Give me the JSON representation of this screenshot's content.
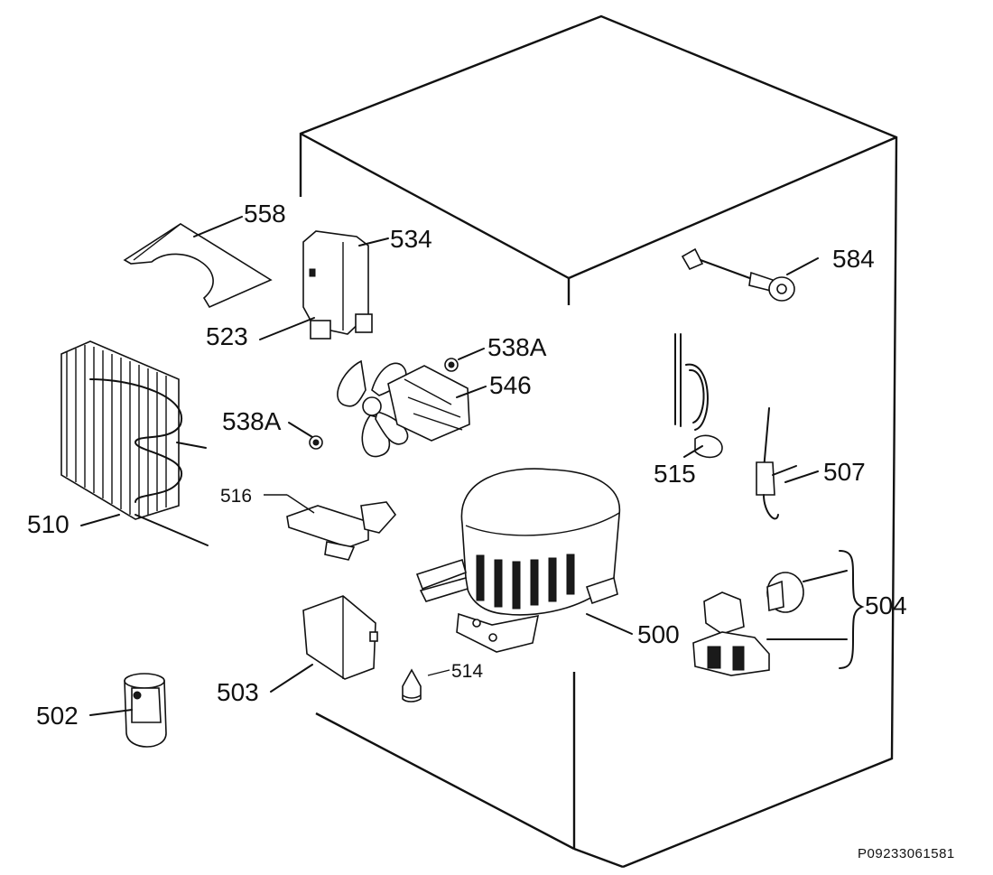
{
  "labels": {
    "p558": "558",
    "p534": "534",
    "p523": "523",
    "p538a_top": "538A",
    "p546": "546",
    "p538a_left": "538A",
    "p510": "510",
    "p516": "516",
    "p584": "584",
    "p515": "515",
    "p507": "507",
    "p504": "504",
    "p500": "500",
    "p503": "503",
    "p514": "514",
    "p502": "502"
  },
  "reference_code": "P09233061581"
}
